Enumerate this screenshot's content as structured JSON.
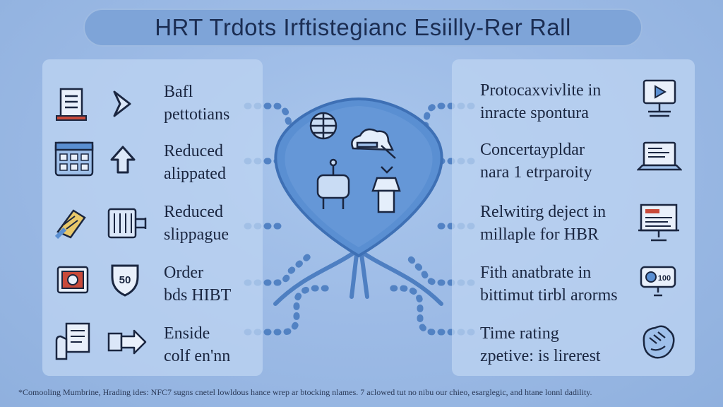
{
  "title": "HRT Trdots Irftistegianc Esiilly-Rer Rall",
  "left_items": [
    {
      "line1": "Bafl",
      "line2": "pettotians",
      "icon_a": "document-stack-icon",
      "icon_b": "chevron-right-icon"
    },
    {
      "line1": "Reduced",
      "line2": "alippated",
      "icon_a": "calendar-grid-icon",
      "icon_b": "arrow-up-icon"
    },
    {
      "line1": "Reduced",
      "line2": "slippague",
      "icon_a": "tag-hand-icon",
      "icon_b": "filter-device-icon"
    },
    {
      "line1": "Order",
      "line2": "bds HIBT",
      "icon_a": "camera-icon",
      "icon_b": "shield-50-icon",
      "badge": "50"
    },
    {
      "line1": "Enside",
      "line2": "colf en'nn",
      "icon_a": "clipboard-hand-icon",
      "icon_b": "arrow-box-right-icon"
    }
  ],
  "right_items": [
    {
      "line1": "Protocaxvivlite in",
      "line2": "inracte spontura",
      "icon": "video-monitor-icon"
    },
    {
      "line1": "Concertaypldar",
      "line2": "nara 1 etrparoity",
      "icon": "laptop-icon"
    },
    {
      "line1": "Relwitirg deject in",
      "line2": "millaple for HBR",
      "icon": "presentation-board-icon"
    },
    {
      "line1": "Fith anatbrate in",
      "line2": "bittimut tirbl arorms",
      "icon": "toggle-display-icon",
      "badge": "100"
    },
    {
      "line1": "Time rating",
      "line2": "zpetive: is lirerest",
      "icon": "handshake-icon"
    }
  ],
  "center": {
    "icons": [
      "globe-icon",
      "cloud-hand-icon",
      "robot-arm-icon",
      "lantern-hand-icon"
    ]
  },
  "footer": "*Comooling Mumbrine, Hrading ides: NFC7 sugns cnetel lowldous hance wrep ar btocking nlames. 7 aclowed tut no nibu our chieo, esarglegic, and htane lonnl dadility.",
  "colors": {
    "background": "#9dbbe6",
    "panel": "#bed4f2",
    "title_pill": "#7ea4d8",
    "center_shape": "#4f86cc",
    "ink": "#1a2640",
    "connector": "#4a7cc0"
  }
}
